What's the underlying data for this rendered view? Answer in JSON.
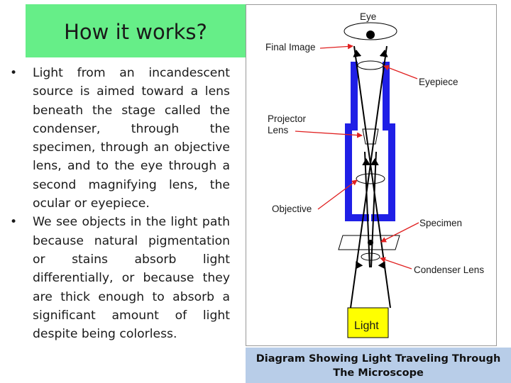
{
  "title": "How it works?",
  "bullets": [
    "Light from an incandescent source is aimed toward a lens beneath the stage called the condenser, through the specimen, through an objective lens, and to the eye through a second magnifying lens, the ocular or eyepiece.",
    "We see objects in the light path because natural pigmentation or stains absorb light differentially, or because they are thick enough to absorb a significant amount of light despite being colorless."
  ],
  "bullet_glyph": "•",
  "diagram": {
    "labels": {
      "eye": "Eye",
      "final_image": "Final Image",
      "eyepiece": "Eyepiece",
      "projector_lens_line1": "Projector",
      "projector_lens_line2": "Lens",
      "objective": "Objective",
      "specimen": "Specimen",
      "condenser_lens": "Condenser Lens",
      "light": "Light"
    },
    "colors": {
      "tube": "#1f1fe6",
      "arrow": "#e02020",
      "light_box": "#ffff00",
      "title_bg": "#66ee88",
      "caption_bg": "#b8cde8"
    }
  },
  "caption": "Diagram Showing Light Traveling Through The Microscope"
}
